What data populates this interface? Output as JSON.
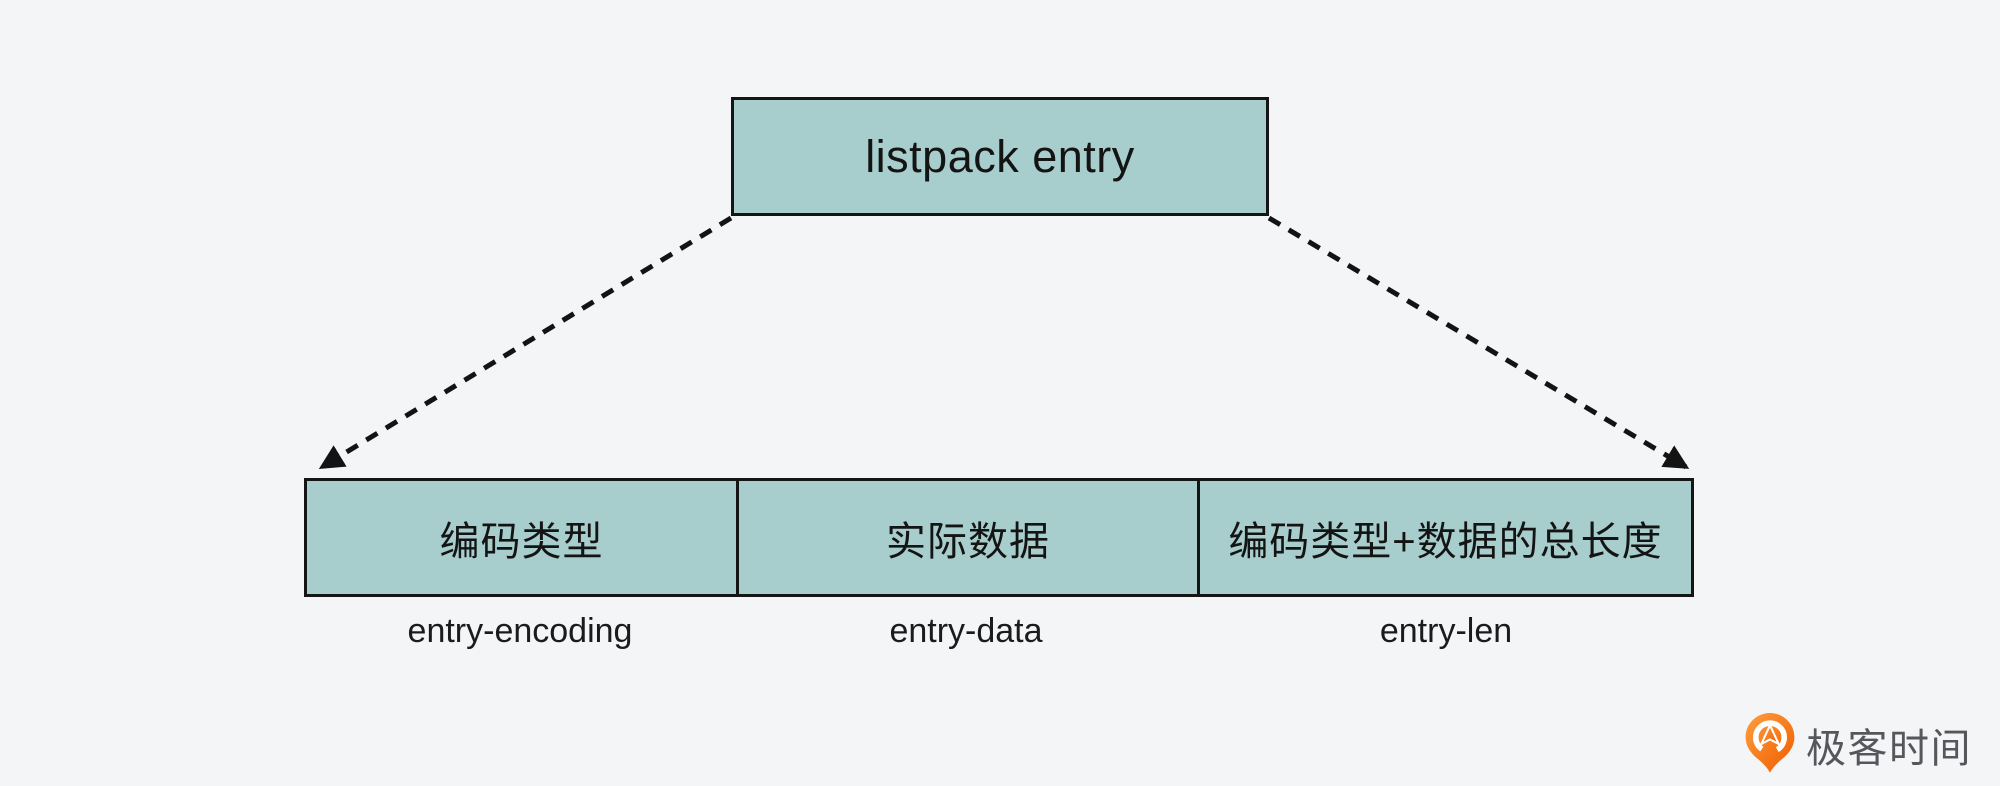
{
  "page": {
    "background_color": "#f4f5f7",
    "text_color": "#141414"
  },
  "colors": {
    "node_fill": "#a7cecc",
    "node_border": "#151515",
    "arrow_color": "#131313",
    "logo_orange": "#f3670e",
    "logo_text_gray": "#56575b"
  },
  "diagram": {
    "top_box": {
      "label": "listpack entry"
    },
    "arrows": [
      {
        "name": "dashed-arrow-left",
        "style": "dashed",
        "from": "top-box bottom-left",
        "to": "row left edge"
      },
      {
        "name": "dashed-arrow-right",
        "style": "dashed",
        "from": "top-box bottom-right",
        "to": "row right edge"
      }
    ],
    "row": {
      "cells": [
        {
          "label": "编码类型",
          "sublabel": "entry-encoding"
        },
        {
          "label": "实际数据",
          "sublabel": "entry-data"
        },
        {
          "label": "编码类型+数据的总长度",
          "sublabel": "entry-len"
        }
      ]
    }
  },
  "branding": {
    "icon": "geektime-pin-icon",
    "wordmark": "极客时间"
  }
}
